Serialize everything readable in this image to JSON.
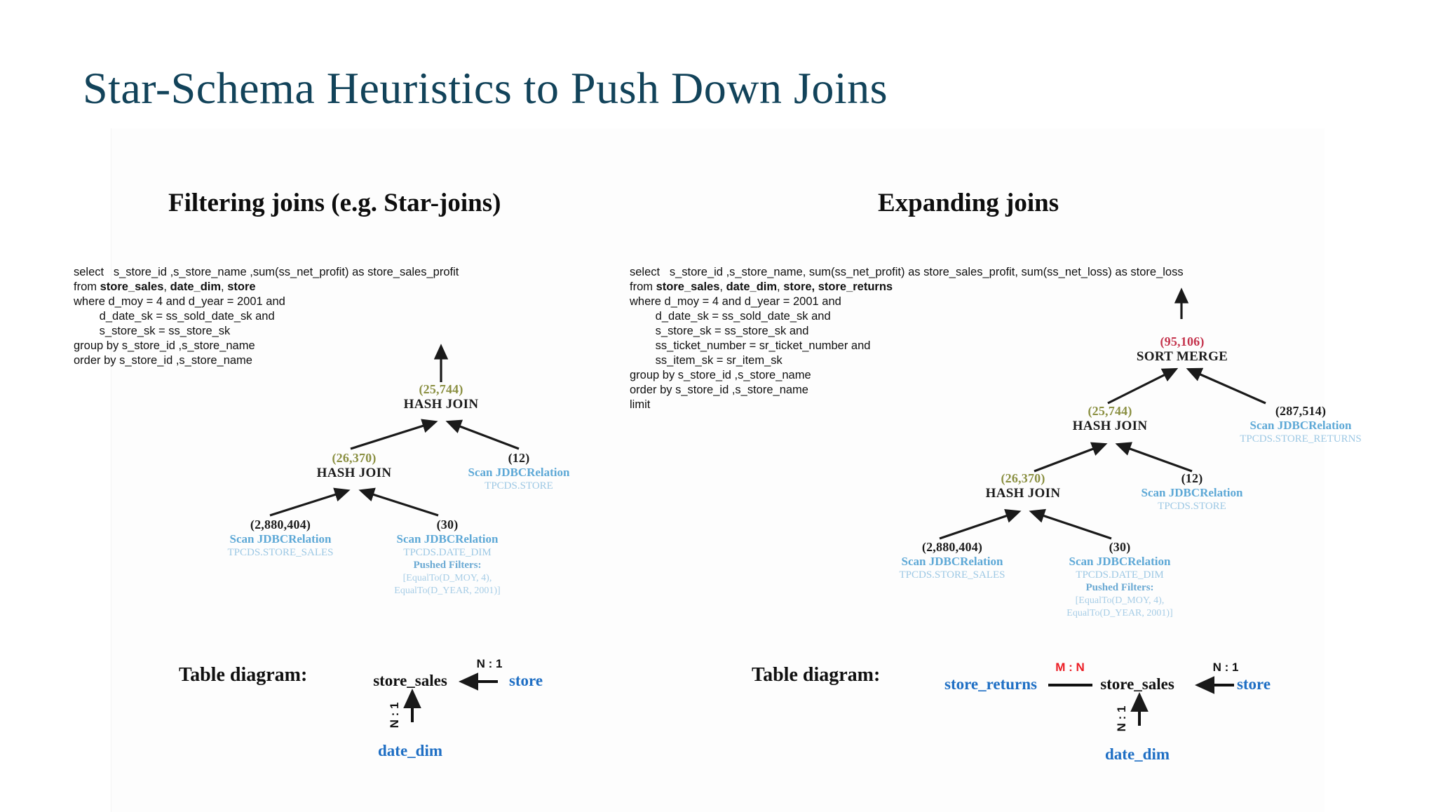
{
  "slide": {
    "title": "Star-Schema Heuristics to Push Down Joins",
    "background": "#ffffff",
    "title_color": "#12435a"
  },
  "colors": {
    "title": "#12435a",
    "olive_count": "#8a8f41",
    "crimson_count": "#c4334c",
    "scan_blue": "#5da8d6",
    "relation_blue": "#9dc8e4",
    "dim_table_blue": "#1f6fc4",
    "cardinality_red": "#ec1c24",
    "text_black": "#101010"
  },
  "left": {
    "heading": "Filtering joins (e.g. Star-joins)",
    "sql": [
      {
        "text": "select   s_store_id ,s_store_name ,sum(ss_net_profit) as store_sales_profit",
        "bold_spans": []
      },
      {
        "text": "from store_sales, date_dim, store",
        "bold_spans": [
          "store_sales",
          "date_dim",
          "store"
        ]
      },
      {
        "text": "where d_moy = 4 and d_year = 2001 and",
        "bold_spans": []
      },
      {
        "text": "        d_date_sk = ss_sold_date_sk and",
        "bold_spans": []
      },
      {
        "text": "        s_store_sk = ss_store_sk",
        "bold_spans": []
      },
      {
        "text": "group by s_store_id ,s_store_name",
        "bold_spans": []
      },
      {
        "text": "order by s_store_id ,s_store_name",
        "bold_spans": []
      }
    ],
    "sql_html": "select   s_store_id ,s_store_name ,sum(ss_net_profit) as store_sales_profit\nfrom <b>store_sales</b>, <b>date_dim</b>, <b>store</b>\nwhere d_moy = 4 and d_year = 2001 and\n        d_date_sk = ss_sold_date_sk and\n        s_store_sk = ss_store_sk\ngroup by s_store_id ,s_store_name\norder by s_store_id ,s_store_name",
    "plan": {
      "nodes": [
        {
          "id": "l-hashjoin-top",
          "count": "(25,744)",
          "count_color": "olive",
          "op": "HASH JOIN"
        },
        {
          "id": "l-hashjoin-mid",
          "count": "(26,370)",
          "count_color": "olive",
          "op": "HASH JOIN"
        },
        {
          "id": "l-scan-store",
          "count": "(12)",
          "count_color": "dark",
          "scan": "Scan JDBCRelation",
          "relation": "TPCDS.STORE"
        },
        {
          "id": "l-scan-sales",
          "count": "(2,880,404)",
          "count_color": "dark",
          "scan": "Scan JDBCRelation",
          "relation": "TPCDS.STORE_SALES"
        },
        {
          "id": "l-scan-date",
          "count": "(30)",
          "count_color": "dark",
          "scan": "Scan JDBCRelation",
          "relation": "TPCDS.DATE_DIM",
          "pushed_filters_title": "Pushed Filters:",
          "pushed_filters": [
            "[EqualTo(D_MOY, 4),",
            "EqualTo(D_YEAR, 2001)]"
          ]
        }
      ]
    },
    "table_diagram": {
      "label": "Table diagram:",
      "fact": "store_sales",
      "right_table": "store",
      "right_cardinality": "N : 1",
      "right_cardinality_color": "black",
      "bottom_table": "date_dim",
      "bottom_cardinality": "N : 1",
      "bottom_cardinality_color": "black"
    }
  },
  "right": {
    "heading": "Expanding joins",
    "sql_html": "select   s_store_id ,s_store_name, sum(ss_net_profit) as store_sales_profit, sum(ss_net_loss) as store_loss\nfrom <b>store_sales</b>, <b>date_dim</b>, <b>store, store_returns</b>\nwhere d_moy = 4 and d_year = 2001 and\n        d_date_sk = ss_sold_date_sk and\n        s_store_sk = ss_store_sk and\n        ss_ticket_number = sr_ticket_number and\n        ss_item_sk = sr_item_sk\ngroup by s_store_id ,s_store_name\norder by s_store_id ,s_store_name\nlimit",
    "plan": {
      "nodes": [
        {
          "id": "r-sortmerge",
          "count": "(95,106)",
          "count_color": "crimson",
          "op": "SORT MERGE"
        },
        {
          "id": "r-hashjoin-top",
          "count": "(25,744)",
          "count_color": "olive",
          "op": "HASH JOIN"
        },
        {
          "id": "r-scan-returns",
          "count": "(287,514)",
          "count_color": "dark",
          "scan": "Scan JDBCRelation",
          "relation": "TPCDS.STORE_RETURNS"
        },
        {
          "id": "r-hashjoin-mid",
          "count": "(26,370)",
          "count_color": "olive",
          "op": "HASH JOIN"
        },
        {
          "id": "r-scan-store",
          "count": "(12)",
          "count_color": "dark",
          "scan": "Scan JDBCRelation",
          "relation": "TPCDS.STORE"
        },
        {
          "id": "r-scan-sales",
          "count": "(2,880,404)",
          "count_color": "dark",
          "scan": "Scan JDBCRelation",
          "relation": "TPCDS.STORE_SALES"
        },
        {
          "id": "r-scan-date",
          "count": "(30)",
          "count_color": "dark",
          "scan": "Scan JDBCRelation",
          "relation": "TPCDS.DATE_DIM",
          "pushed_filters_title": "Pushed Filters:",
          "pushed_filters": [
            "[EqualTo(D_MOY, 4),",
            "EqualTo(D_YEAR, 2001)]"
          ]
        }
      ]
    },
    "table_diagram": {
      "label": "Table diagram:",
      "fact": "store_sales",
      "left_table": "store_returns",
      "left_cardinality": "M : N",
      "left_cardinality_color": "red",
      "right_table": "store",
      "right_cardinality": "N : 1",
      "right_cardinality_color": "black",
      "bottom_table": "date_dim",
      "bottom_cardinality": "N : 1",
      "bottom_cardinality_color": "black"
    }
  }
}
